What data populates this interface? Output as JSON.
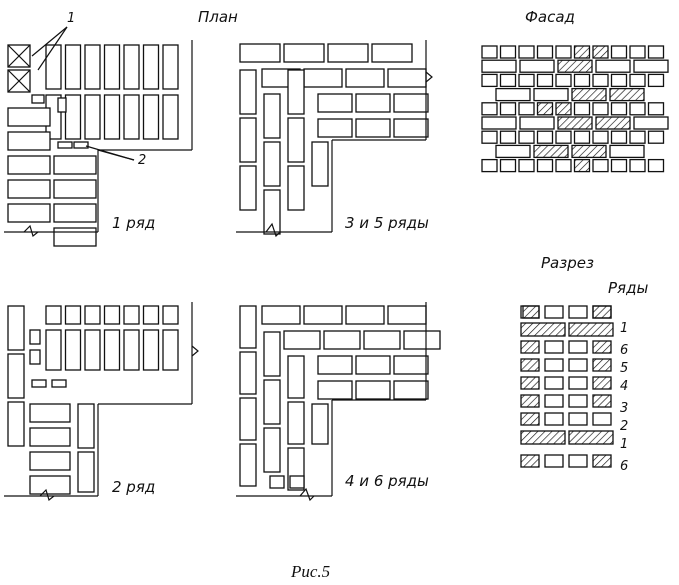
{
  "labels": {
    "plan": "План",
    "facade": "Фасад",
    "section": "Разрез",
    "rows_heading": "Ряды",
    "row1": "1 ряд",
    "rows35": "3 и 5 ряды",
    "row2": "2 ряд",
    "rows46": "4 и 6 ряды",
    "callout1": "1",
    "callout2": "2",
    "caption": "Рис.5"
  },
  "section_rows": [
    "1",
    "6",
    "5",
    "4",
    "3",
    "2",
    "1",
    "6"
  ]
}
